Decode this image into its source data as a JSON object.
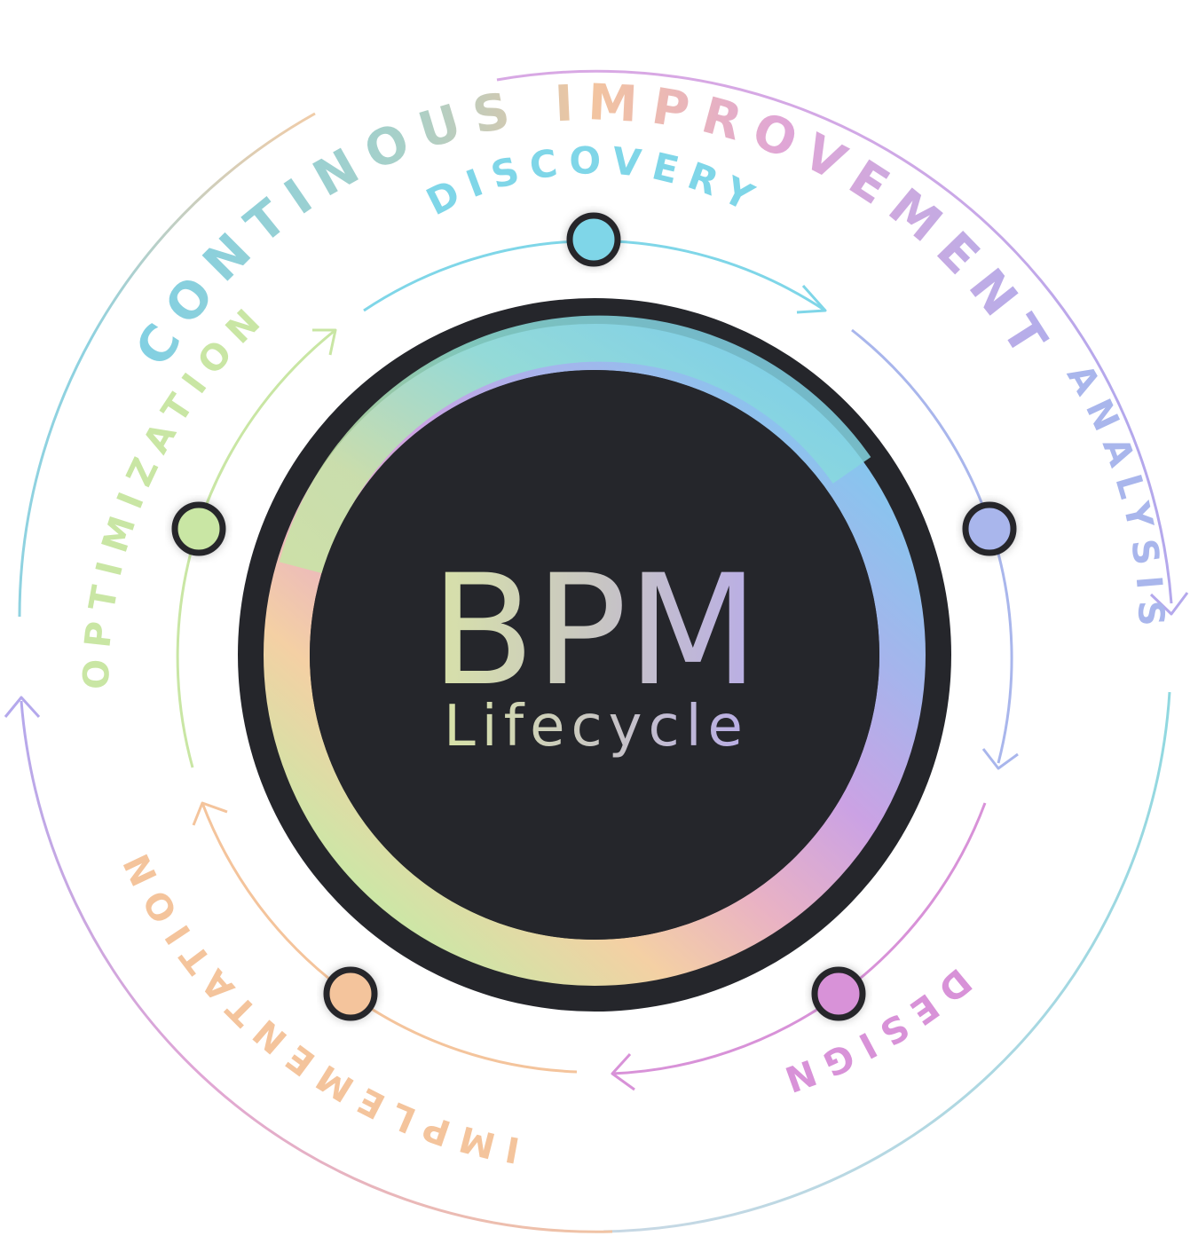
{
  "outer_label": "CONTINOUS IMPROVEMENT",
  "center": {
    "title": "BPM",
    "subtitle": "Lifecycle"
  },
  "stages": [
    {
      "key": "discovery",
      "label": "DISCOVERY",
      "color": "#7fd6e8"
    },
    {
      "key": "analysis",
      "label": "ANALYSIS",
      "color": "#a9b6ec"
    },
    {
      "key": "design",
      "label": "DESIGN",
      "color": "#d892d8"
    },
    {
      "key": "implementation",
      "label": "IMPLEMENTATION",
      "color": "#f4c49c"
    },
    {
      "key": "optimization",
      "label": "OPTIMIZATION",
      "color": "#c9e6a4"
    }
  ],
  "colors": {
    "dark_fill": "#25262b",
    "teal": "#7fd6e8",
    "periwinkle": "#a9b6ec",
    "purple": "#c9a2e6",
    "pink": "#e0a6d2",
    "peach": "#f4c49c",
    "yellow": "#e8dea0",
    "green": "#c9e6a4",
    "mint": "#8fe0cc"
  }
}
